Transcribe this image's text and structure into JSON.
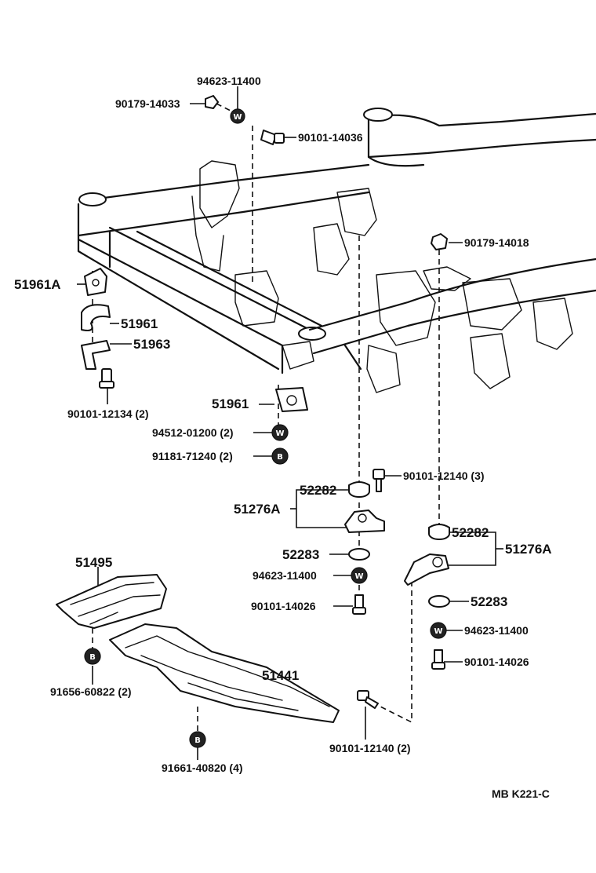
{
  "diagram": {
    "code": "MB  K221-C",
    "symbols": {
      "washer": "W",
      "nut": "B"
    },
    "labels": {
      "p94623_11400_top": "94623-11400",
      "p90179_14033": "90179-14033",
      "p90101_14036": "90101-14036",
      "p90179_14018": "90179-14018",
      "p51961A": "51961A",
      "p51961_upper": "51961",
      "p51963": "51963",
      "p90101_12134": "90101-12134 (2)",
      "p51961_lower": "51961",
      "p94512_01200": "94512-01200 (2)",
      "p91181_71240": "91181-71240 (2)",
      "p90101_12140_3": "90101-12140 (3)",
      "p52282_left": "52282",
      "p51276A_left": "51276A",
      "p52283_left": "52283",
      "p94623_11400_left": "94623-11400",
      "p90101_14026_left": "90101-14026",
      "p52282_right": "52282",
      "p51276A_right": "51276A",
      "p52283_right": "52283",
      "p94623_11400_right": "94623-11400",
      "p90101_14026_right": "90101-14026",
      "p51495": "51495",
      "p91656_60822": "91656-60822 (2)",
      "p51441": "51441",
      "p90101_12140_2": "90101-12140 (2)",
      "p91661_40820": "91661-40820 (4)"
    }
  }
}
